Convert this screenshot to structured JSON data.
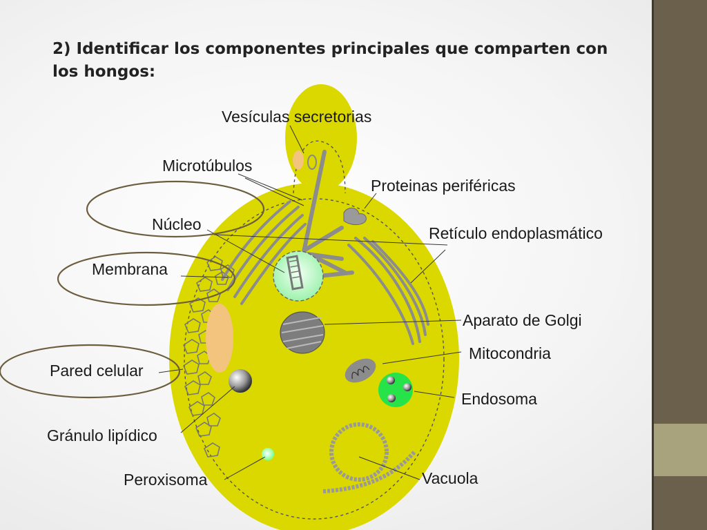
{
  "slide": {
    "title": "2) Identificar los componentes principales que comparten con los hongos:"
  },
  "diagram": {
    "labels": {
      "vesiculas": "Vesículas secretorias",
      "microtubulos": "Microtúbulos",
      "proteinas": "Proteinas periféricas",
      "nucleo": "Núcleo",
      "reticulo": "Retículo endoplasmático",
      "membrana": "Membrana",
      "golgi": "Aparato de Golgi",
      "mitocondria": "Mitocondria",
      "pared": "Pared celular",
      "endosoma": "Endosoma",
      "granulo": "Gránulo lipídico",
      "peroxisoma": "Peroxisoma",
      "vacuola": "Vacuola"
    },
    "colors": {
      "cytoplasm": "#dbd800",
      "organelle_gray": "#8c8c8c",
      "nucleus": "#c9ffd2",
      "endosome": "#27e34a",
      "lipid_body": "#f3c47e",
      "highlight_ring": "#6b5d3d",
      "sidebar": "#6a604b",
      "sidebar_accent": "#a9a37d"
    }
  }
}
